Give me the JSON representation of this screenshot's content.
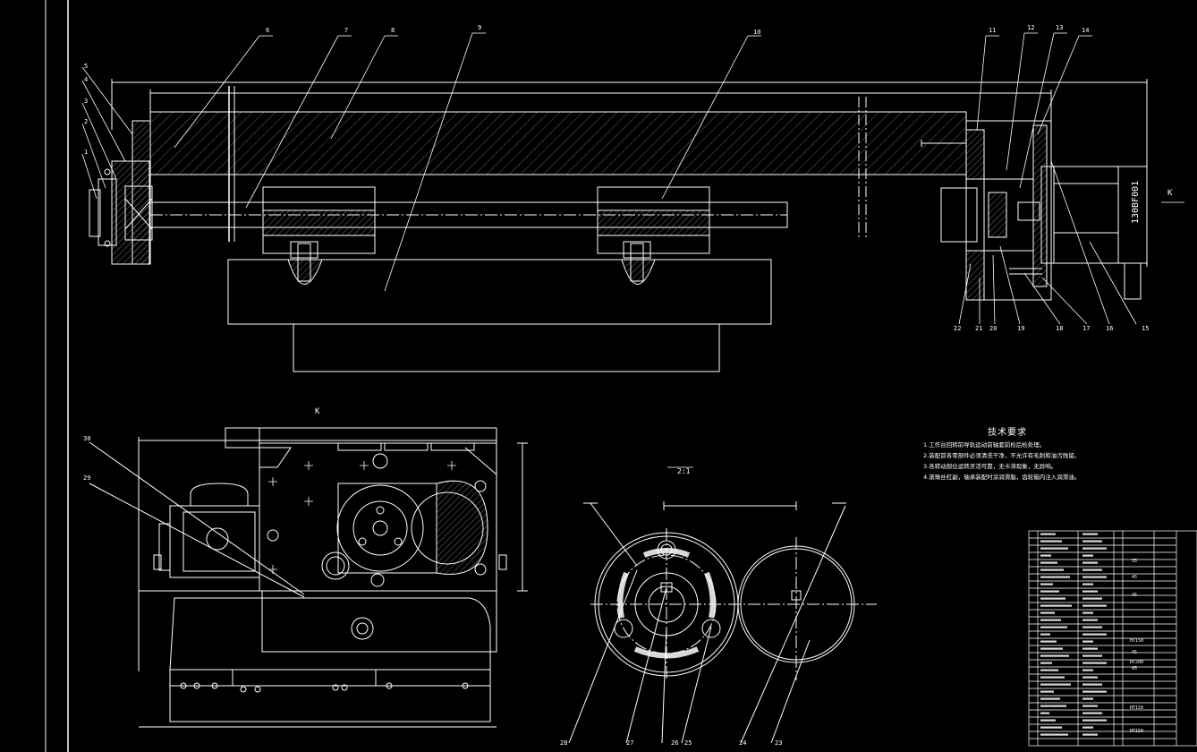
{
  "drawing": {
    "view_letter_k": "K",
    "section_label": "2:1",
    "motor_model": "130BF001"
  },
  "part_numbers_top": [
    "6",
    "7",
    "8",
    "9",
    "10",
    "11",
    "12",
    "13",
    "14"
  ],
  "part_numbers_left": [
    "5",
    "4",
    "3",
    "2",
    "1"
  ],
  "part_numbers_bottom_right": [
    "22",
    "21",
    "20",
    "19",
    "18",
    "17",
    "16",
    "15"
  ],
  "part_numbers_side_view": [
    "30",
    "29"
  ],
  "part_numbers_section": [
    "28",
    "27",
    "26",
    "25",
    "24",
    "23"
  ],
  "tech_requirements": {
    "title": "技术要求",
    "items": [
      "1.工作台回转前导轨运动前轴套前检后检处理。",
      "2.装配前各零部件必须清洗干净，不允许有毛刺和油污残留。",
      "3.各转动部位运转灵活可靠，无卡滞现象，无异响。",
      "4.滚珠丝杠副，轴承装配时涂润滑脂，齿轮箱内注入润滑油。"
    ]
  },
  "parts_table": {
    "materials": [
      "35",
      "45",
      "45",
      "HT150",
      "45",
      "HT200",
      "45",
      "HT150",
      "HT150"
    ]
  },
  "colors": {
    "background": "#000000",
    "lines": "#ffffff",
    "hatch": "#8a8a8a"
  }
}
